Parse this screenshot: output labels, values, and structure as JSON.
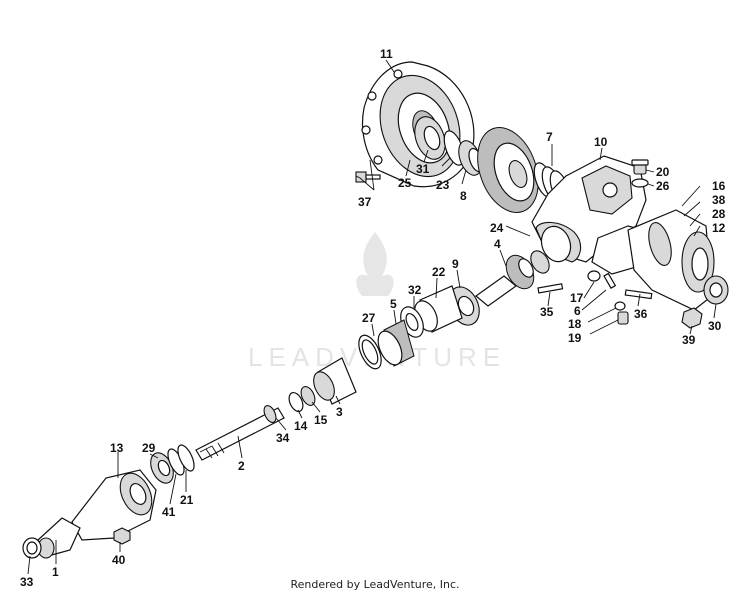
{
  "watermark": {
    "text": "LEADVENTURE"
  },
  "footer": {
    "text": "Rendered by LeadVenture, Inc."
  },
  "callouts": {
    "c1": "1",
    "c2": "2",
    "c3": "3",
    "c4": "4",
    "c5": "5",
    "c6": "6",
    "c7": "7",
    "c8": "8",
    "c9": "9",
    "c10": "10",
    "c11": "11",
    "c12": "12",
    "c13": "13",
    "c14": "14",
    "c15": "15",
    "c16": "16",
    "c17": "17",
    "c18": "18",
    "c19": "19",
    "c20": "20",
    "c21": "21",
    "c22": "22",
    "c23": "23",
    "c24": "24",
    "c25": "25",
    "c26": "26",
    "c27": "27",
    "c28": "28",
    "c29": "29",
    "c30": "30",
    "c31": "31",
    "c32": "32",
    "c33": "33",
    "c34": "34",
    "c35": "35",
    "c36": "36",
    "c37": "37",
    "c38": "38",
    "c39": "39",
    "c40": "40",
    "c41": "41"
  }
}
